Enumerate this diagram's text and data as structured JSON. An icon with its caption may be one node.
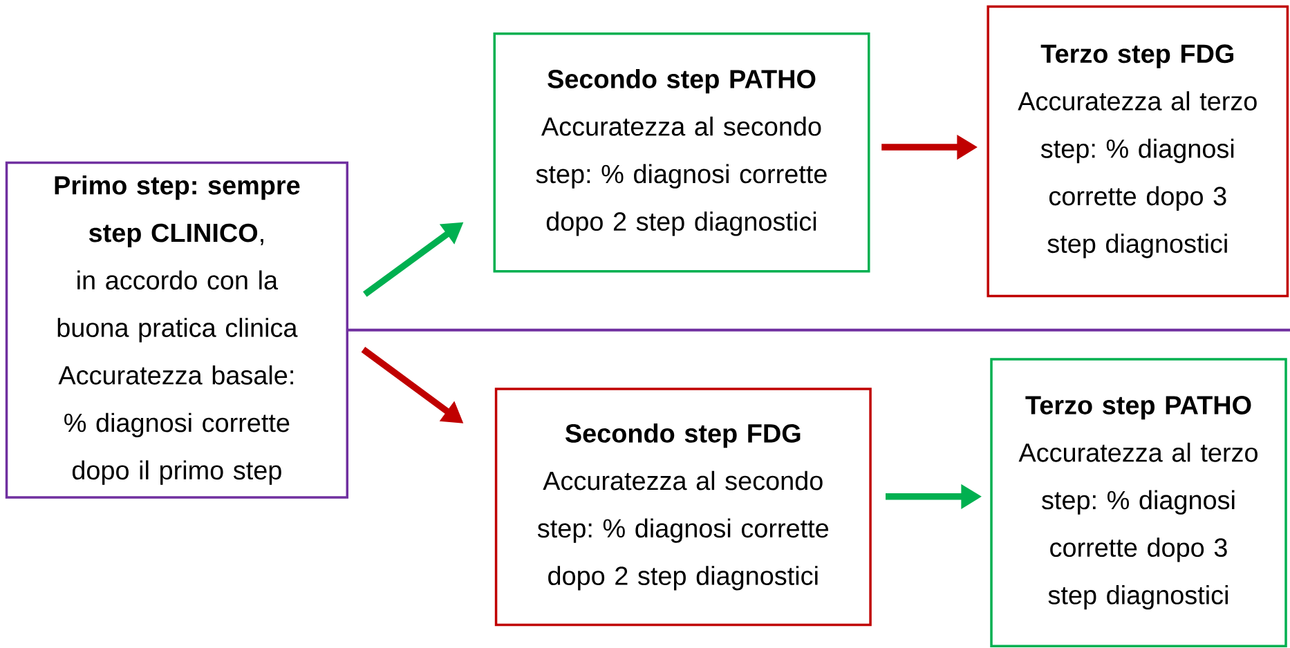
{
  "diagram": {
    "nodes": [
      {
        "text": [
          "**Primo step: sempre step CLINICO**, in accordo con la buona pratica clinica",
          "Accuratezza basale: % diagnosi corrette dopo il primo step"
        ]
      },
      {
        "text": [
          "Secondo step PATHO",
          "Accuratezza al secondo step: % diagnosi corrette dopo 2 step diagnostici"
        ]
      },
      {
        "text": [
          "Terzo step FDG",
          "Accuratezza al terzo step: % diagnosi corrette dopo 3 step diagnostici"
        ]
      },
      {
        "text": [
          "Secondo step FDG",
          "Accuratezza al secondo step: % diagnosi corrette dopo 2 step diagnostici"
        ]
      },
      {
        "text": [
          "Terzo step PATHO",
          "Accuratezza al terzo step: % diagnosi corrette dopo 3 step diagnostici"
        ]
      }
    ],
    "edges": [
      {
        "from": 0,
        "to": 1,
        "arrow": "to",
        "color": "#00b050"
      },
      {
        "from": 1,
        "to": 2,
        "arrow": "to",
        "color": "#c00000"
      },
      {
        "from": 0,
        "to": 3,
        "arrow": "to",
        "color": "#c00000"
      },
      {
        "from": 3,
        "to": 4,
        "arrow": "to",
        "color": "#00b050"
      }
    ]
  }
}
